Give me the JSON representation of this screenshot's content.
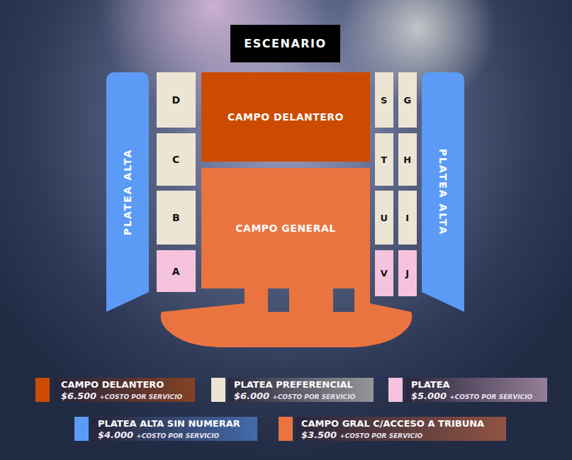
{
  "diagram": {
    "nodes": [
      {
        "text": [
          "ESCENARIO"
        ]
      },
      {
        "text": [
          "PLATEA ALTA"
        ]
      },
      {
        "text": [
          "D"
        ]
      },
      {
        "text": [
          "C"
        ]
      },
      {
        "text": [
          "B"
        ]
      },
      {
        "text": [
          "A"
        ]
      },
      {
        "text": [
          "CAMPO DELANTERO"
        ]
      },
      {
        "text": [
          "CAMPO GENERAL"
        ]
      },
      {
        "text": [
          "S"
        ]
      },
      {
        "text": [
          "G"
        ]
      },
      {
        "text": [
          "T"
        ]
      },
      {
        "text": [
          "H"
        ]
      },
      {
        "text": [
          "U"
        ]
      },
      {
        "text": [
          "I"
        ]
      },
      {
        "text": [
          "V"
        ]
      },
      {
        "text": [
          "J"
        ]
      },
      {
        "text": [
          "PLATEA ALTA"
        ]
      }
    ],
    "labels": [
      "$6.500",
      "+COSTO POR SERVICIO",
      "$6.000",
      "+COSTO POR SERVICIO",
      "$5.000",
      "+COSTO POR SERVICIO",
      "$4.000",
      "+COSTO POR SERVICIO",
      "$3.500",
      "+COSTO POR SERVICIO"
    ],
    "legend": [
      {
        "text": "CAMPO DELANTERO",
        "color": "#cc4b00"
      },
      {
        "text": "PLATEA PREFERENCIAL",
        "color": "#ece5d3"
      },
      {
        "text": "PLATEA",
        "color": "#f5c3dd"
      },
      {
        "text": "PLATEA ALTA SIN NUMERAR",
        "color": "#5b9bf5"
      },
      {
        "text": "CAMPO GRAL C/ACCESO A TRIBUNA",
        "color": "#ea7440"
      }
    ]
  }
}
